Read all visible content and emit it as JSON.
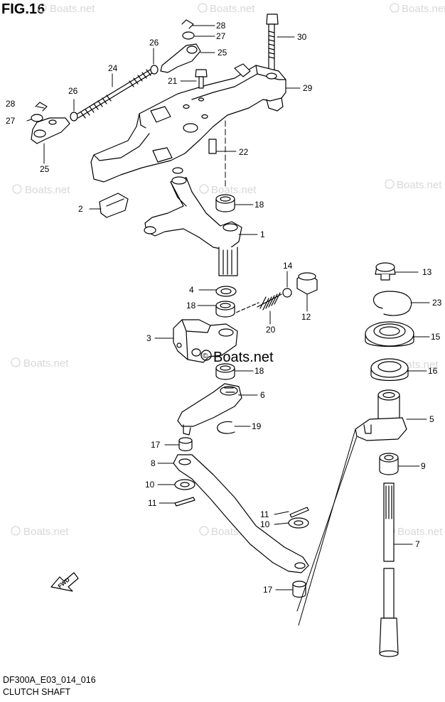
{
  "figure": {
    "label": "FIG.16"
  },
  "footer": {
    "code": "DF300A_E03_014_016",
    "title": "CLUTCH SHAFT"
  },
  "watermark": {
    "text": "Boats.net",
    "prominent": "Boats.net"
  },
  "fwd_label": "FWD",
  "callouts": [
    {
      "num": "28",
      "key": "c28a"
    },
    {
      "num": "27",
      "key": "c27a"
    },
    {
      "num": "30",
      "key": "c30"
    },
    {
      "num": "26",
      "key": "c26a"
    },
    {
      "num": "25",
      "key": "c25a"
    },
    {
      "num": "24",
      "key": "c24"
    },
    {
      "num": "21",
      "key": "c21"
    },
    {
      "num": "29",
      "key": "c29"
    },
    {
      "num": "28",
      "key": "c28b"
    },
    {
      "num": "26",
      "key": "c26b"
    },
    {
      "num": "27",
      "key": "c27b"
    },
    {
      "num": "25",
      "key": "c25b"
    },
    {
      "num": "22",
      "key": "c22"
    },
    {
      "num": "2",
      "key": "c2"
    },
    {
      "num": "18",
      "key": "c18a"
    },
    {
      "num": "1",
      "key": "c1"
    },
    {
      "num": "14",
      "key": "c14"
    },
    {
      "num": "4",
      "key": "c4"
    },
    {
      "num": "18",
      "key": "c18b"
    },
    {
      "num": "12",
      "key": "c12"
    },
    {
      "num": "20",
      "key": "c20"
    },
    {
      "num": "3",
      "key": "c3"
    },
    {
      "num": "18",
      "key": "c18c"
    },
    {
      "num": "6",
      "key": "c6"
    },
    {
      "num": "19",
      "key": "c19"
    },
    {
      "num": "17",
      "key": "c17a"
    },
    {
      "num": "8",
      "key": "c8"
    },
    {
      "num": "10",
      "key": "c10a"
    },
    {
      "num": "11",
      "key": "c11a"
    },
    {
      "num": "11",
      "key": "c11b"
    },
    {
      "num": "10",
      "key": "c10b"
    },
    {
      "num": "17",
      "key": "c17b"
    },
    {
      "num": "13",
      "key": "c13"
    },
    {
      "num": "23",
      "key": "c23"
    },
    {
      "num": "15",
      "key": "c15"
    },
    {
      "num": "16",
      "key": "c16"
    },
    {
      "num": "5",
      "key": "c5"
    },
    {
      "num": "9",
      "key": "c9"
    },
    {
      "num": "7",
      "key": "c7"
    }
  ]
}
